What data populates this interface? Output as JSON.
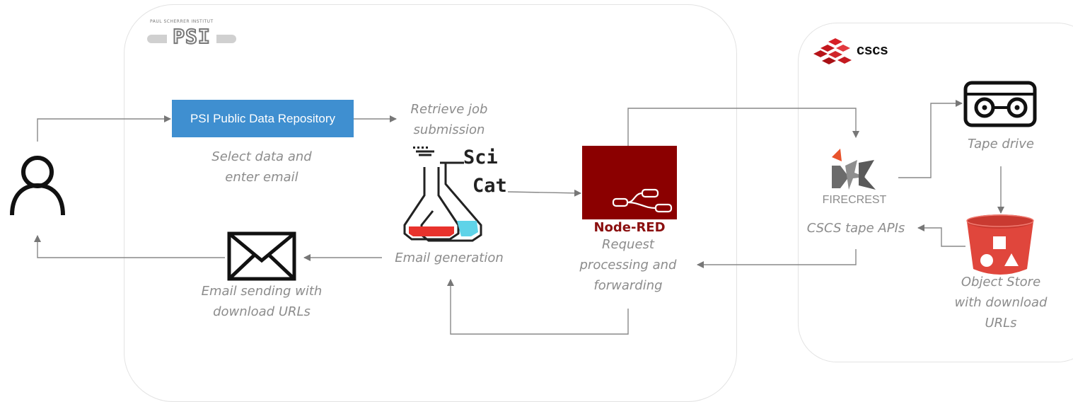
{
  "psi": {
    "logo_text": "PSI",
    "logo_small_text": "PAUL SCHERRER INSTITUT",
    "repository_button": "PSI Public Data Repository",
    "select_caption": [
      "Select data and",
      "enter email"
    ],
    "retrieve_caption": [
      "Retrieve job",
      "submission"
    ],
    "scicat_sci": "Sci",
    "scicat_cat": "Cat",
    "email_generation": "Email generation",
    "email_sending_caption": [
      "Email sending with",
      "download URLs"
    ],
    "nodered_label": "Node-RED",
    "request_caption": [
      "Request",
      "processing and",
      "forwarding"
    ]
  },
  "cscs": {
    "logo_text": "cscs",
    "firecrest_label": "FIRECREST",
    "tape_apis": "CSCS tape APIs",
    "tape_drive": "Tape drive",
    "object_store_caption": [
      "Object Store",
      "with download",
      "URLs"
    ]
  },
  "colors": {
    "repository_blue": "#3f8fd0",
    "nodered_red": "#8b0000",
    "arrow_gray": "#777777",
    "bucket_red": "#e0463c",
    "flask_red": "#e8322c",
    "flask_cyan": "#5fd3e8"
  }
}
